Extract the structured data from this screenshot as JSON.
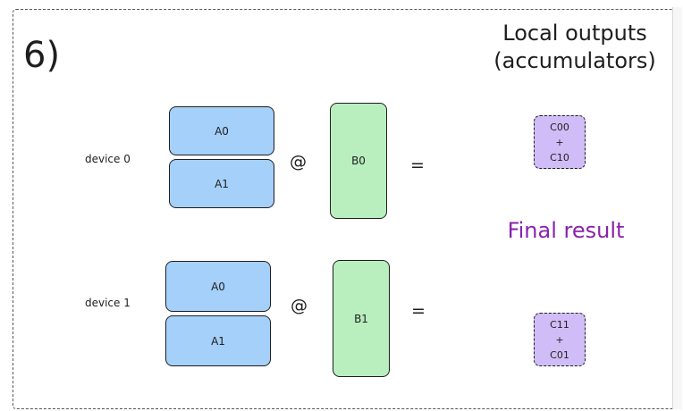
{
  "step": "6)",
  "heading": {
    "line1": "Local outputs",
    "line2": "(accumulators)"
  },
  "final_result": {
    "label": "Final result",
    "color": "#8a22b0"
  },
  "colors": {
    "a_fill": "#a5d0fa",
    "b_fill": "#b9eebe",
    "c_fill": "#d0bdf7",
    "stroke": "#1e1e1e"
  },
  "devices": [
    {
      "label": "device 0",
      "a_blocks": [
        "A0",
        "A1"
      ],
      "op": "@",
      "b_block": "B0",
      "equals": "=",
      "output": {
        "line1": "C00",
        "line2": "+",
        "line3": "C10"
      }
    },
    {
      "label": "device 1",
      "a_blocks": [
        "A0",
        "A1"
      ],
      "op": "@",
      "b_block": "B1",
      "equals": "=",
      "output": {
        "line1": "C11",
        "line2": "+",
        "line3": "C01"
      }
    }
  ]
}
